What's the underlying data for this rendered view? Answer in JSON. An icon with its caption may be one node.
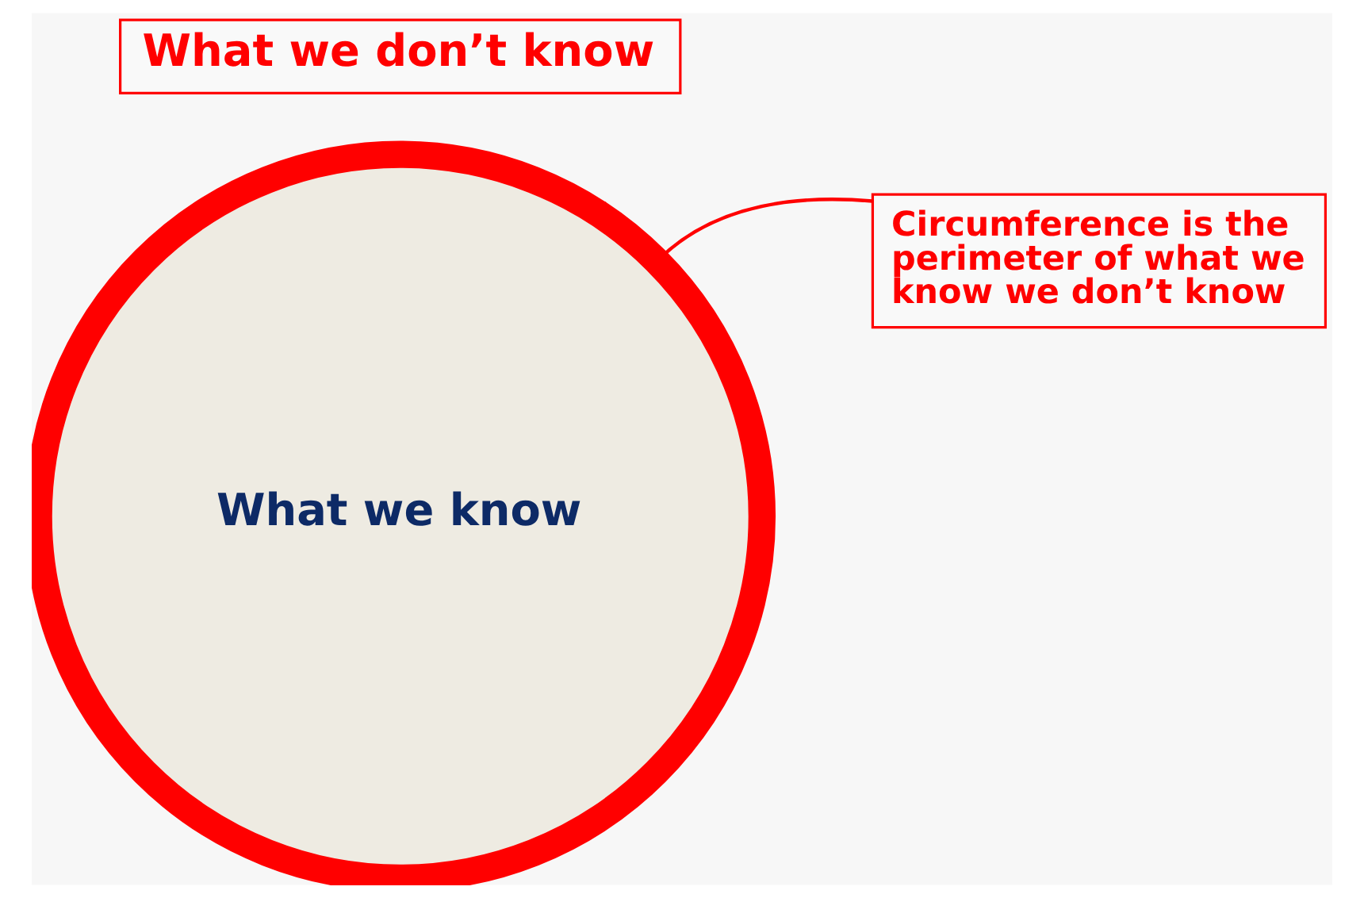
{
  "diagram": {
    "nodes": [
      {
        "text": [
          "What we don’t know"
        ]
      },
      {
        "text": [
          "What we know"
        ]
      },
      {
        "text": [
          "Circumference is the perimeter of what we know we don’t know"
        ]
      }
    ],
    "edges": [
      {
        "from": 2,
        "to": 1,
        "arrow": "none"
      }
    ]
  }
}
